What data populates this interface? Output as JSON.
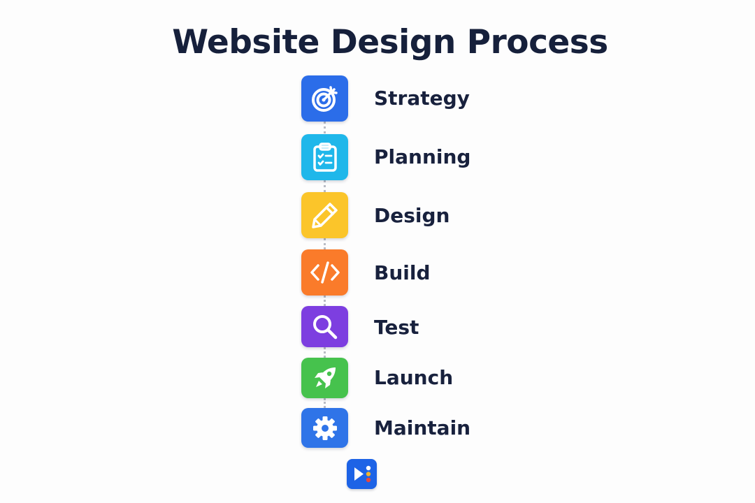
{
  "title": "Website Design Process",
  "steps": [
    {
      "label": "Strategy",
      "icon": "target-icon",
      "color": "#2b6de9"
    },
    {
      "label": "Planning",
      "icon": "clipboard-checklist-icon",
      "color": "#1fb7ea"
    },
    {
      "label": "Design",
      "icon": "pencil-icon",
      "color": "#fbc52a"
    },
    {
      "label": "Build",
      "icon": "code-icon",
      "color": "#fa7b2a"
    },
    {
      "label": "Test",
      "icon": "magnifier-icon",
      "color": "#7d3ee0"
    },
    {
      "label": "Launch",
      "icon": "rocket-icon",
      "color": "#46c24d"
    },
    {
      "label": "Maintain",
      "icon": "gear-icon",
      "color": "#2f74e8"
    }
  ],
  "brand": {
    "icon": "brand-logo-icon",
    "color": "#1d63e6"
  }
}
